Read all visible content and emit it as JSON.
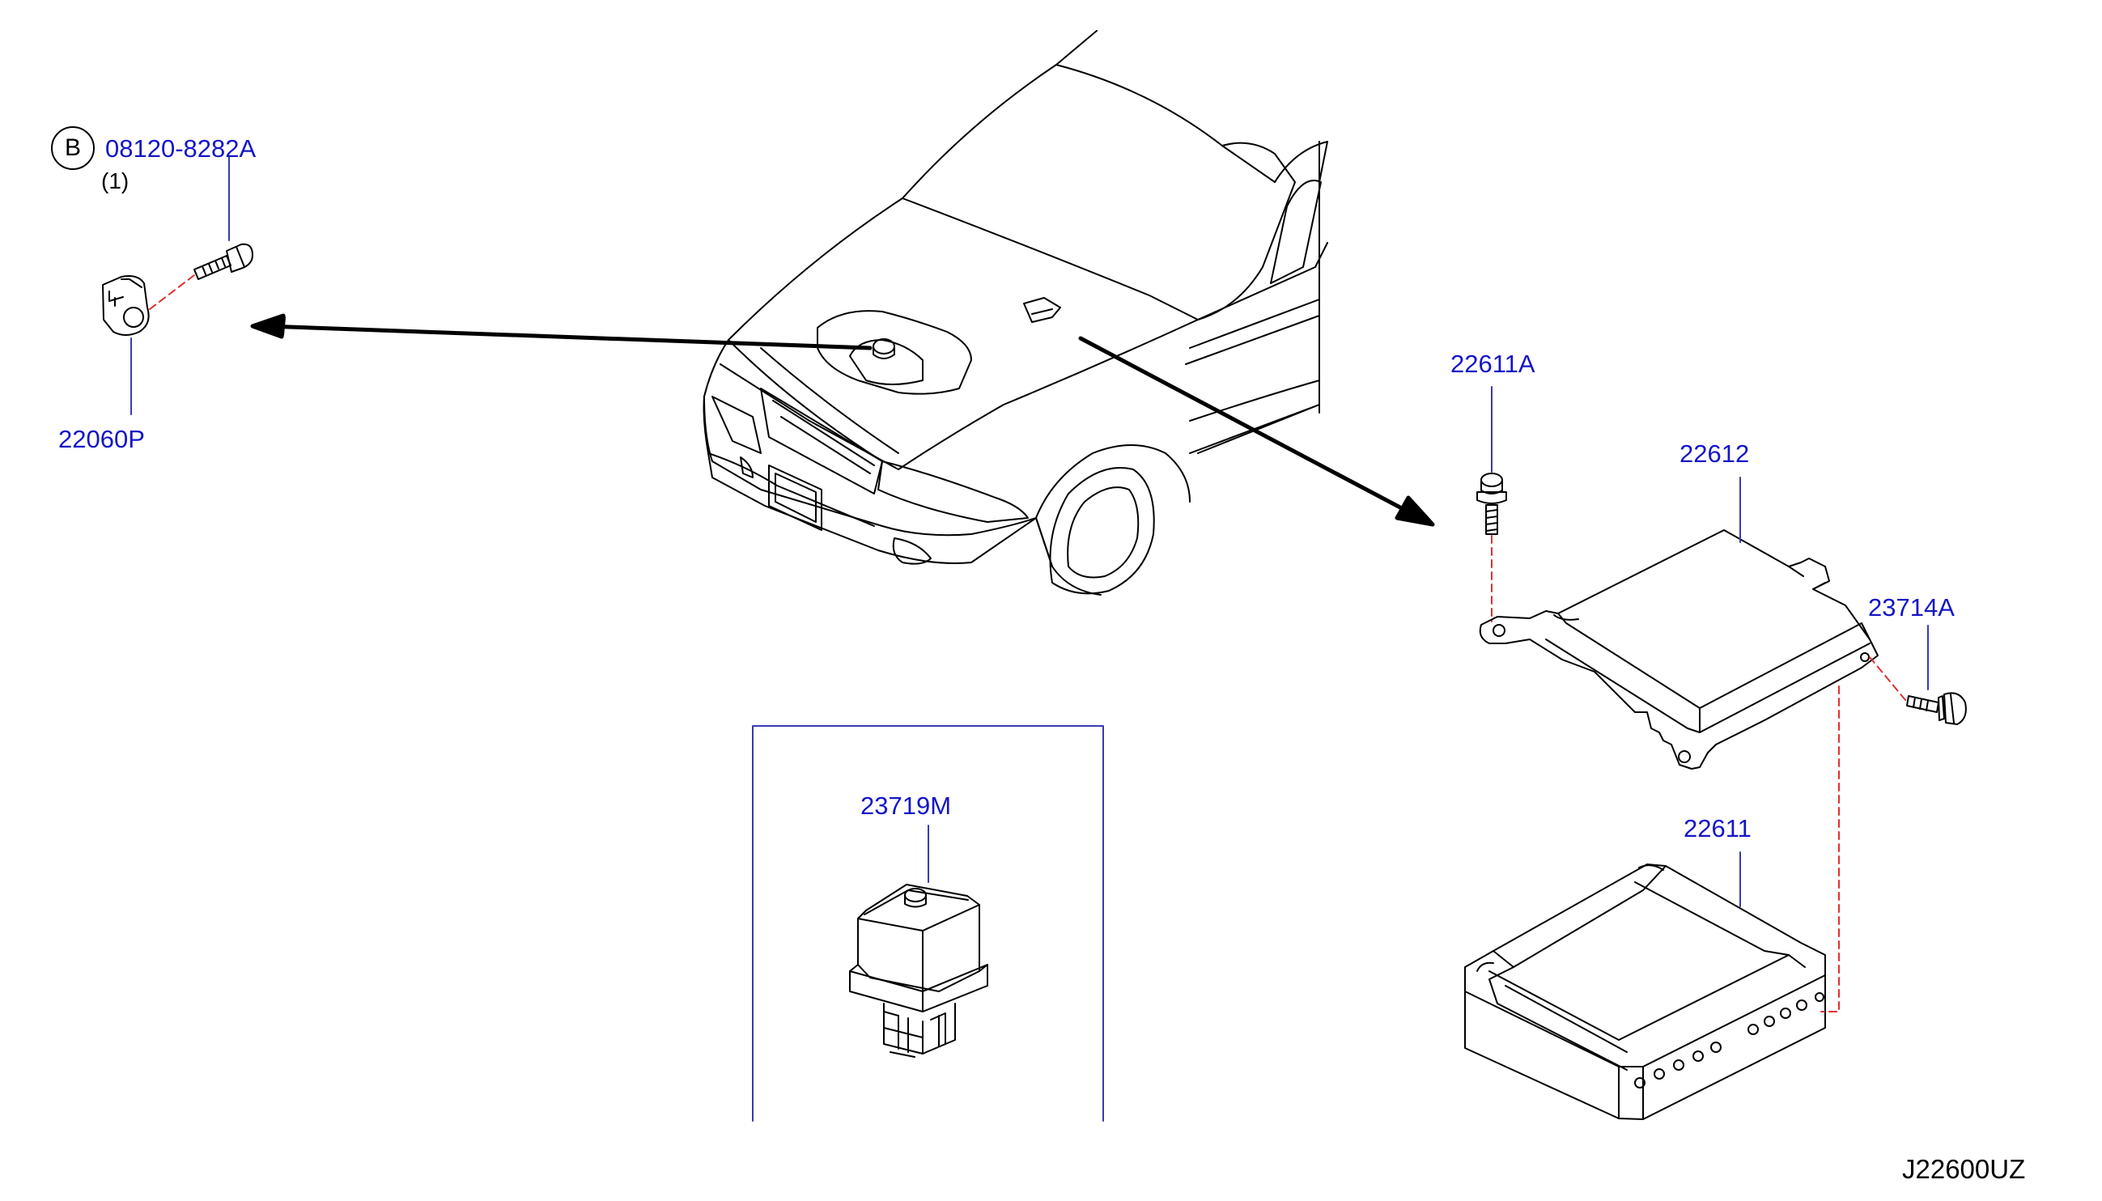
{
  "colors": {
    "callout_text": "#1515c8",
    "leader_line": "#3a3ab0",
    "hidden_line": "#e03030",
    "drawing_line": "#000000"
  },
  "parts": {
    "bolt_b": {
      "symbol": "B",
      "number": "08120-8282A",
      "qty": "(1)"
    },
    "knock_sensor": {
      "number": "22060P"
    },
    "bracket_bolt": {
      "number": "22611A"
    },
    "bracket": {
      "number": "22612"
    },
    "side_bolt": {
      "number": "23714A"
    },
    "relay": {
      "number": "23719M"
    },
    "control_unit": {
      "number": "22611"
    }
  },
  "diagram_ref": "J22600UZ"
}
